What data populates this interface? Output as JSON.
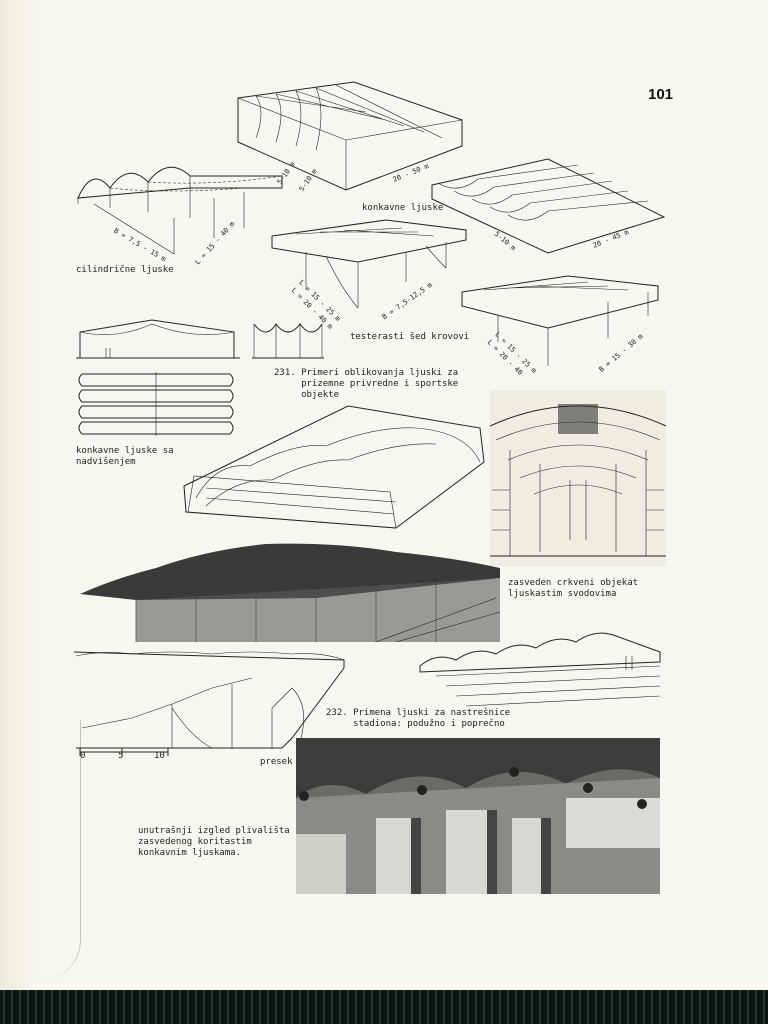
{
  "page": {
    "number": "101"
  },
  "labels": {
    "cilindricne": "cilindrične ljuske",
    "konkavne": "konkavne ljuske",
    "testerasti": "testerasti šed krovovi",
    "konkavne_nadvisenjem": "konkavne ljuske sa\nnadvišenjem",
    "crkveni": "zasveden crkveni objekat\nljuskastim svodovima",
    "presek": "presek",
    "unutrasnji": "unutrašnji izgled plivališta\nzasvedenog koritastim\nkonkavnim ljuskama."
  },
  "captions": {
    "fig231": "231. Primeri oblikovanja ljuski za\n     prizemne privredne i sportske\n     objekte",
    "fig232": "232. Primena ljuski za nastrešnice\n     stadiona: podužno i poprečno"
  },
  "dimensions": {
    "cil_b": "B = 7,5 - 15 m",
    "cil_l": "L = 15 - 40 m",
    "konk_a": "5-10 m",
    "konk_b": "5-10 m",
    "konk_c": "20 - 50 m",
    "konk2_a": "5-10 m",
    "konk2_b": "20 - 45 m",
    "test_l": "L = 15 - 25 m\nL = 20 - 40 m",
    "test_b": "B = 7,5-12,5 m",
    "test2_l": "L = 15 - 25 m\nL = 20 - 40",
    "test2_b": "B = 15 - 30 m",
    "scale_0": "0",
    "scale_5": "5",
    "scale_10": "10"
  }
}
